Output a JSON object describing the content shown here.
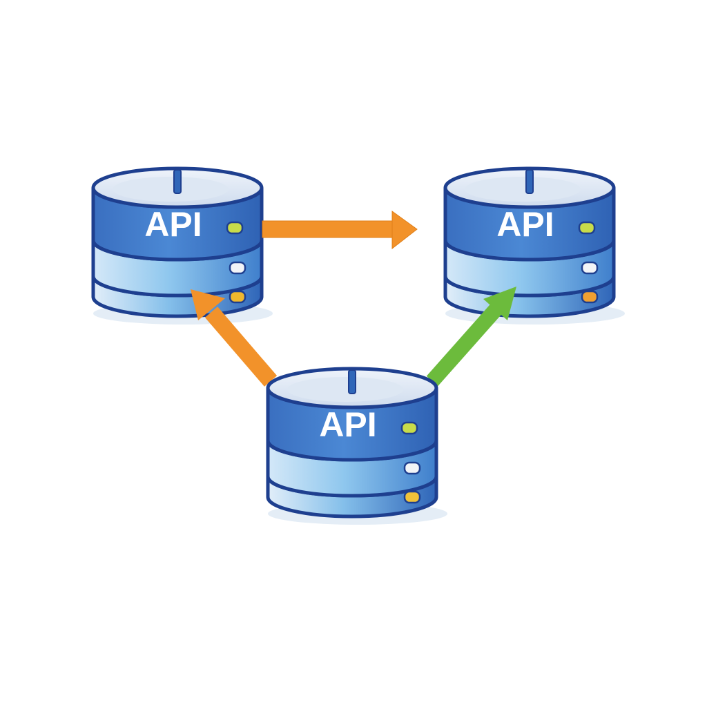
{
  "diagram": {
    "nodes": [
      {
        "id": "left-server",
        "label": "API",
        "led_colors": [
          "#c8dc4a",
          "#f2f4f7",
          "#f0b82e"
        ]
      },
      {
        "id": "right-server",
        "label": "API",
        "led_colors": [
          "#c8dc4a",
          "#f2f4f7",
          "#f0a032"
        ]
      },
      {
        "id": "bottom-server",
        "label": "API",
        "led_colors": [
          "#c8dc4a",
          "#f2f4f7",
          "#f0c23a"
        ]
      }
    ],
    "edges": [
      {
        "from": "left-server",
        "to": "right-server",
        "color": "#f2922a"
      },
      {
        "from": "bottom-server",
        "to": "left-server",
        "color": "#f2922a"
      },
      {
        "from": "bottom-server",
        "to": "right-server",
        "color": "#6cbb3c"
      }
    ],
    "colors": {
      "outline": "#1e3f8f",
      "top_face": "#dfe8f4",
      "band_dark": "#3e78c8",
      "band_light": "#8cc4ec",
      "band_base": "#6aaee2"
    }
  }
}
